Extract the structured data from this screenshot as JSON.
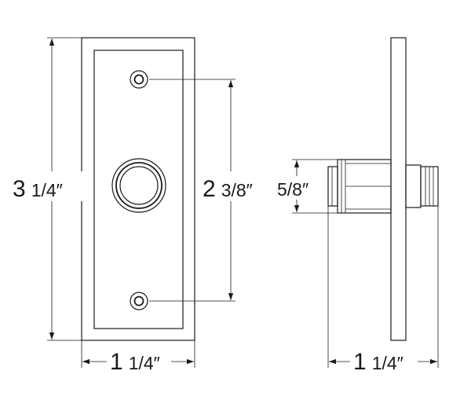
{
  "front_view": {
    "height_whole": "3",
    "height_fraction": "1/4″",
    "hole_spacing_whole": "2",
    "hole_spacing_fraction": "3/8″",
    "width_whole": "1",
    "width_fraction": "1/4″"
  },
  "side_view": {
    "button_diameter": "5/8″",
    "depth_whole": "1",
    "depth_fraction": "1/4″"
  },
  "colors": {
    "line": "#1a1a1a",
    "background": "#ffffff"
  }
}
